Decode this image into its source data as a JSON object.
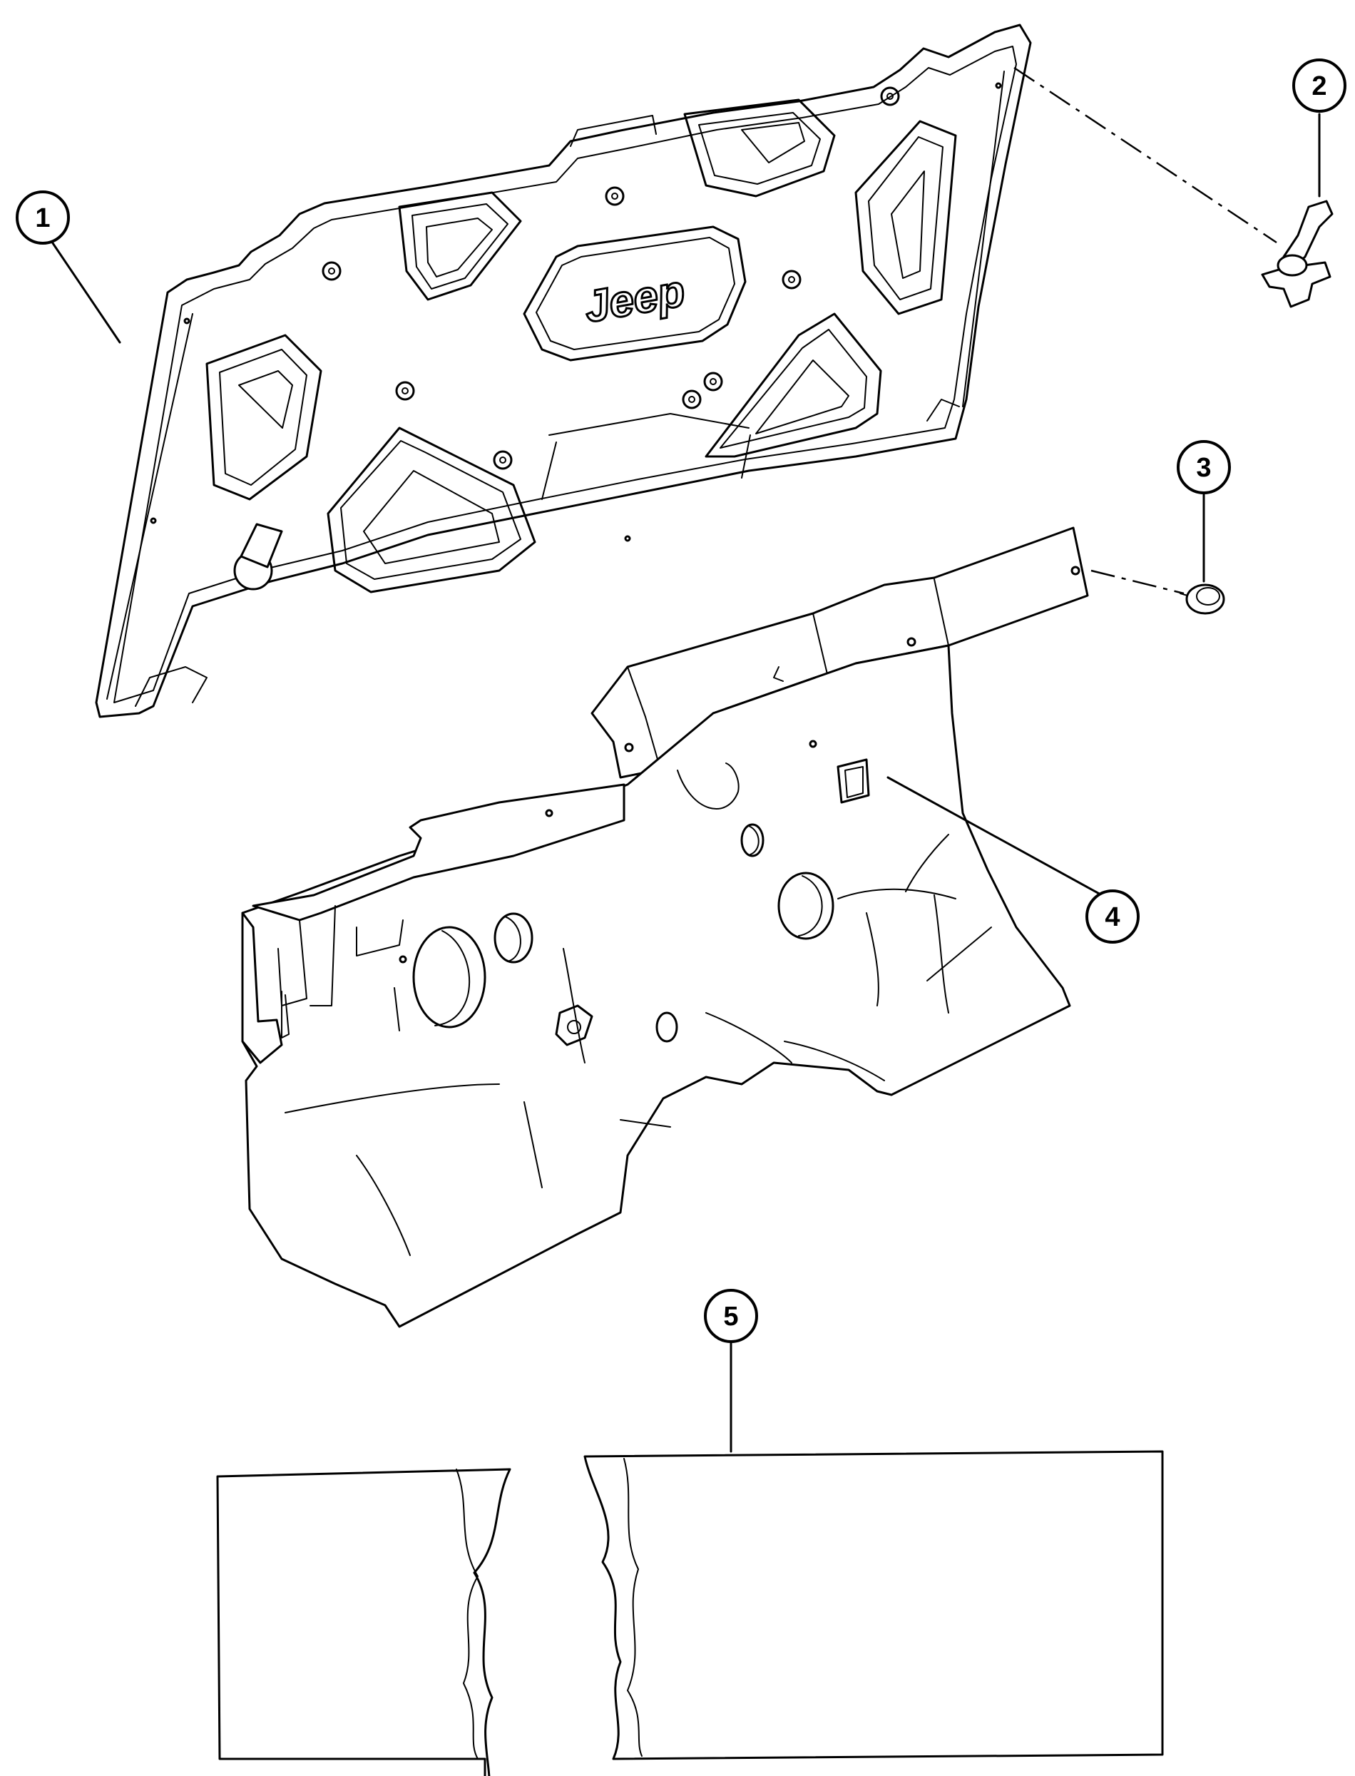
{
  "diagram": {
    "logo_text": "Jeep",
    "callouts": [
      {
        "id": "1",
        "label": "1"
      },
      {
        "id": "2",
        "label": "2"
      },
      {
        "id": "3",
        "label": "3"
      },
      {
        "id": "4",
        "label": "4"
      },
      {
        "id": "5",
        "label": "5"
      }
    ]
  }
}
